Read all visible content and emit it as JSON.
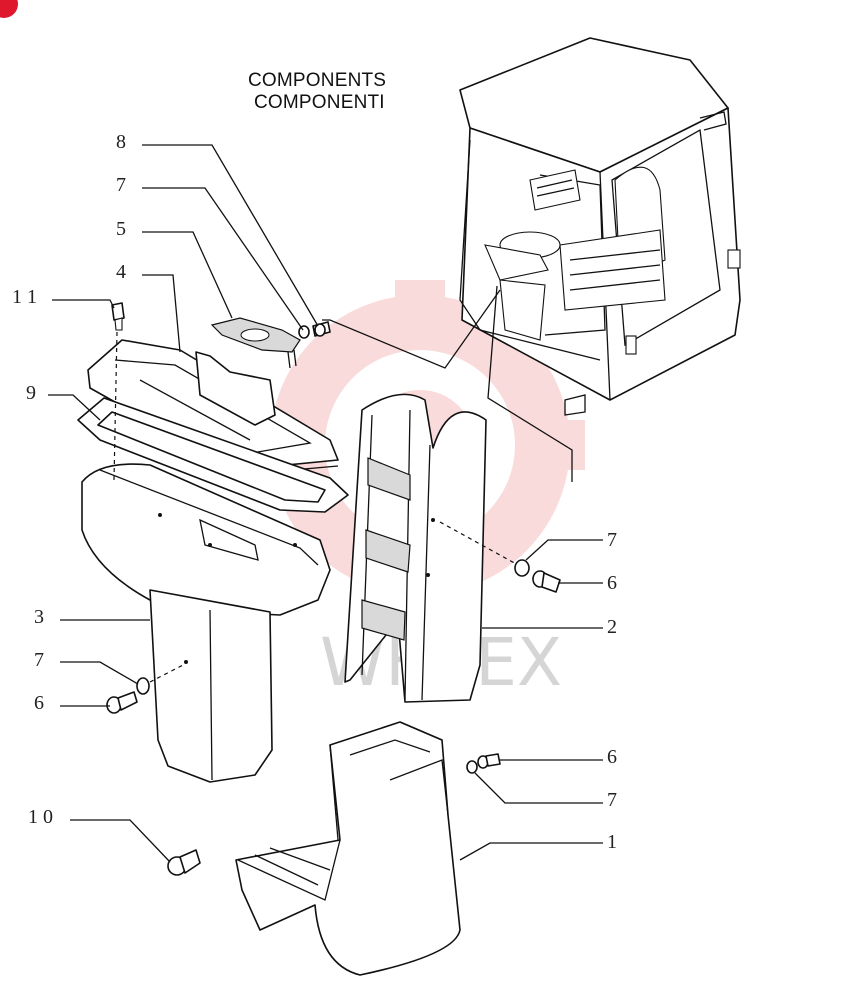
{
  "header": {
    "title_en": "COMPONENTS",
    "title_it": "COMPONENTI"
  },
  "watermark": {
    "text": "WHTEX",
    "color": "#f08080"
  },
  "corner_mark_color": "#e0182d",
  "callouts": [
    {
      "id": "c8",
      "label": "8"
    },
    {
      "id": "c7a",
      "label": "7"
    },
    {
      "id": "c5",
      "label": "5"
    },
    {
      "id": "c4",
      "label": "4"
    },
    {
      "id": "c11",
      "label": "1 1"
    },
    {
      "id": "c9",
      "label": "9"
    },
    {
      "id": "c3",
      "label": "3"
    },
    {
      "id": "c7b",
      "label": "7"
    },
    {
      "id": "c6a",
      "label": "6"
    },
    {
      "id": "c10",
      "label": "1 0"
    },
    {
      "id": "c7c",
      "label": "7"
    },
    {
      "id": "c6b",
      "label": "6"
    },
    {
      "id": "c2",
      "label": "2"
    },
    {
      "id": "c6c",
      "label": "6"
    },
    {
      "id": "c7d",
      "label": "7"
    },
    {
      "id": "c1",
      "label": "1"
    }
  ]
}
